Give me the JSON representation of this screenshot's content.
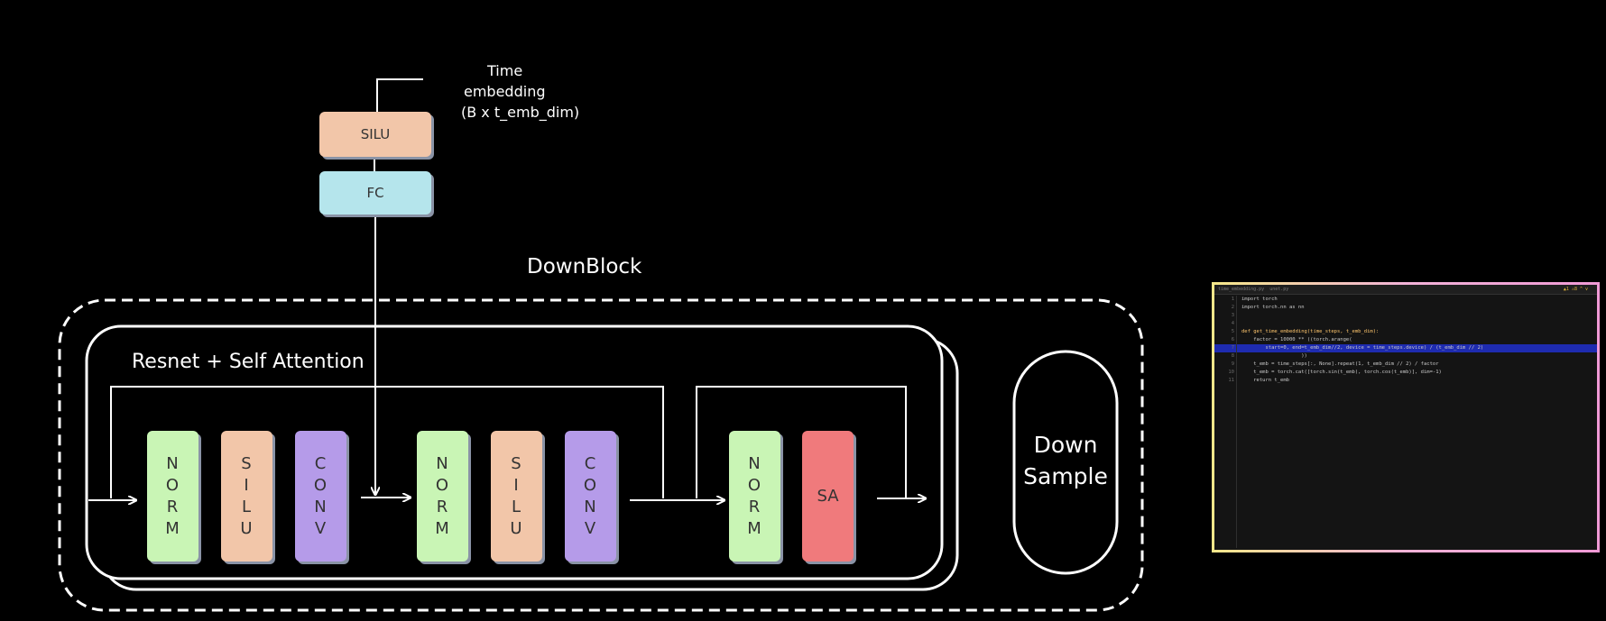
{
  "time_embedding": {
    "line1": "Time",
    "line2": "embedding",
    "line3": "(B x t_emb_dim)"
  },
  "fc_silu": {
    "silu": "SILU",
    "fc": "FC"
  },
  "downblock_title": "DownBlock",
  "resnet_title": "Resnet + Self Attention",
  "blocks": {
    "norm1": "N\nO\nR\nM",
    "silu1": "S\nI\nL\nU",
    "conv1": "C\nO\nN\nV",
    "norm2": "N\nO\nR\nM",
    "silu2": "S\nI\nL\nU",
    "conv2": "C\nO\nN\nV",
    "norm3": "N\nO\nR\nM",
    "sa": "SA"
  },
  "downsample": {
    "line1": "Down",
    "line2": "Sample"
  },
  "colors": {
    "norm": "#c9f5b5",
    "silu": "#f2c6a9",
    "conv": "#b59be9",
    "sa": "#f07a7c",
    "fc": "#b5e5ec",
    "silu_top": "#f2c6a9"
  },
  "code": {
    "tabs": [
      "time_embedding.py",
      "unet.py"
    ],
    "warning": "▲1 ⚠8 ^ v",
    "lines": [
      {
        "n": "1",
        "t": "import torch"
      },
      {
        "n": "2",
        "t": "import torch.nn as nn"
      },
      {
        "n": "3",
        "t": ""
      },
      {
        "n": "4",
        "t": ""
      },
      {
        "n": "5",
        "t": "def get_time_embedding(time_steps, t_emb_dim):"
      },
      {
        "n": "6",
        "t": "    factor = 10000 ** ((torch.arange("
      },
      {
        "n": "7",
        "t": "        start=0, end=t_emb_dim//2, device = time_steps.device) / (t_emb_dim // 2)"
      },
      {
        "n": "8",
        "t": "                    ))"
      },
      {
        "n": "9",
        "t": "    t_emb = time_steps[:, None].repeat(1, t_emb_dim // 2) / factor"
      },
      {
        "n": "10",
        "t": "    t_emb = torch.cat([torch.sin(t_emb), torch.cos(t_emb)], dim=-1)"
      },
      {
        "n": "11",
        "t": "    return t_emb"
      }
    ]
  }
}
